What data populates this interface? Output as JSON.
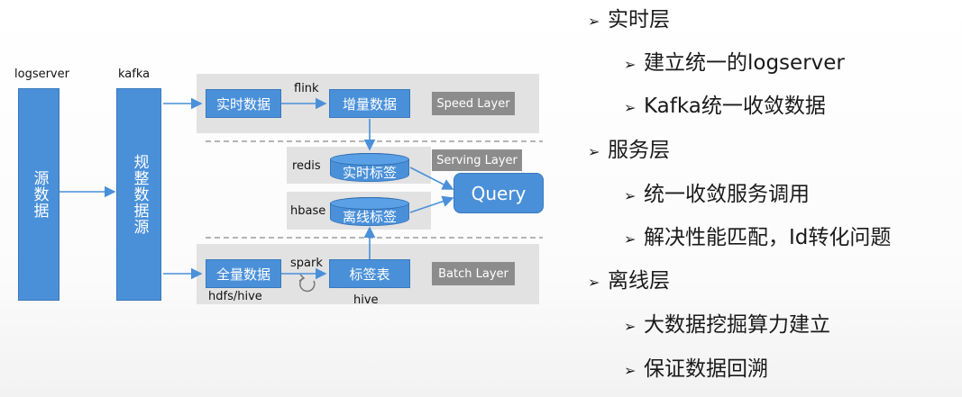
{
  "diagram": {
    "sources": {
      "logserver_label": "logserver",
      "kafka_label": "kafka",
      "source_data": "源数据",
      "normalized_source": "规整数据源"
    },
    "speed": {
      "realtime_data": "实时数据",
      "flink_label": "flink",
      "incremental_data": "增量数据",
      "layer_label": "Speed Layer"
    },
    "serving": {
      "redis_label": "redis",
      "realtime_tags": "实时标签",
      "layer_label": "Serving Layer",
      "hbase_label": "hbase",
      "offline_tags": "离线标签",
      "query": "Query"
    },
    "batch": {
      "full_data": "全量数据",
      "spark_label": "spark",
      "tag_table": "标签表",
      "layer_label": "Batch Layer",
      "hdfs_label": "hdfs/hive",
      "hive_label": "hive"
    }
  },
  "outline": {
    "items": [
      {
        "level": 1,
        "text": "实时层"
      },
      {
        "level": 2,
        "text": "建立统一的logserver"
      },
      {
        "level": 2,
        "text": "Kafka统一收敛数据"
      },
      {
        "level": 1,
        "text": "服务层"
      },
      {
        "level": 2,
        "text": "统一收敛服务调用"
      },
      {
        "level": 2,
        "text": "解决性能匹配，Id转化问题"
      },
      {
        "level": 1,
        "text": "离线层"
      },
      {
        "level": 2,
        "text": "大数据挖掘算力建立"
      },
      {
        "level": 2,
        "text": "保证数据回溯"
      }
    ],
    "bullet_glyph": "➢"
  },
  "colors": {
    "box_blue": "#4a90d9",
    "panel_gray": "#e2e2e2",
    "label_gray": "#8c8c8c"
  }
}
